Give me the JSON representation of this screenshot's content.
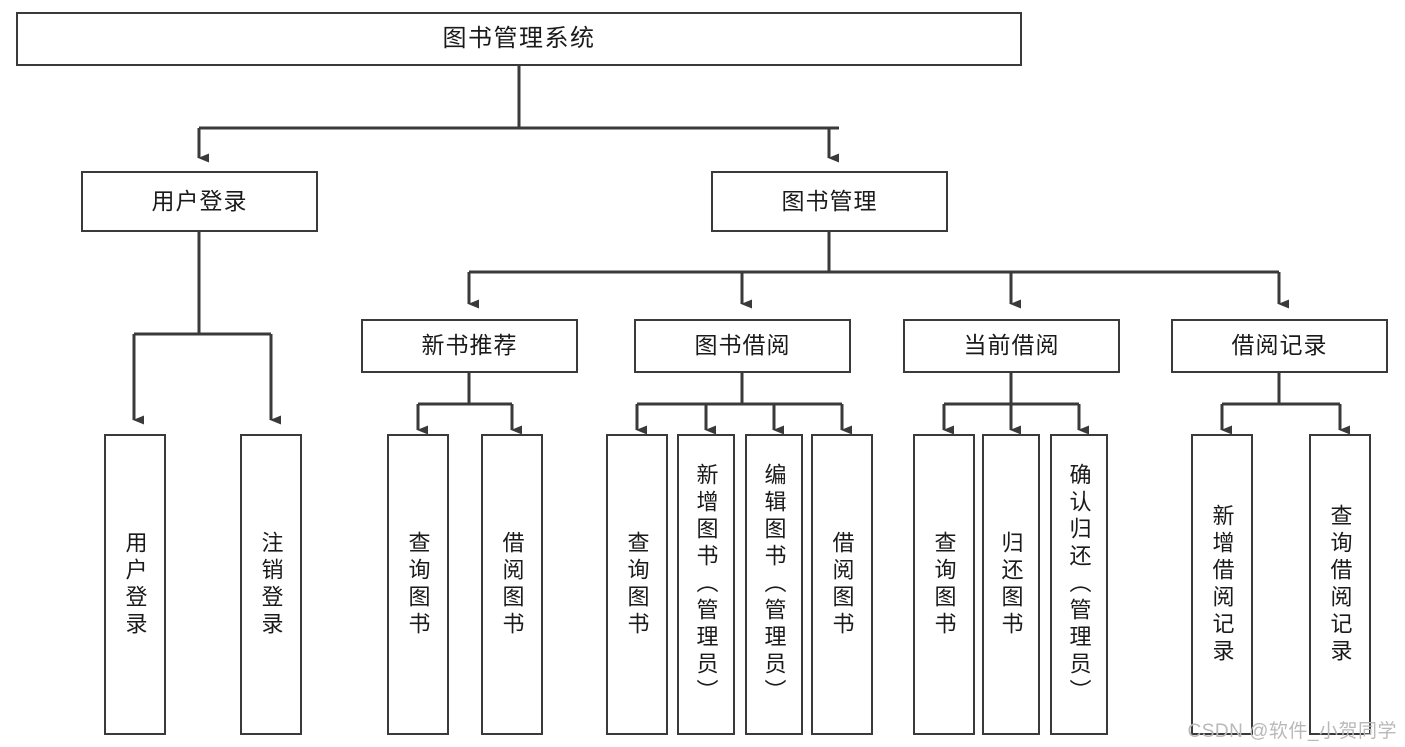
{
  "diagram": {
    "type": "hierarchy-tree",
    "orientation": "top-down",
    "root": {
      "label": "图书管理系统"
    },
    "level2": [
      {
        "label": "用户登录"
      },
      {
        "label": "图书管理"
      }
    ],
    "level3": [
      {
        "label": "新书推荐"
      },
      {
        "label": "图书借阅"
      },
      {
        "label": "当前借阅"
      },
      {
        "label": "借阅记录"
      }
    ],
    "leaves": {
      "user_login": [
        {
          "label": "用户登录"
        },
        {
          "label": "注销登录"
        }
      ],
      "new_book_recommend": [
        {
          "label": "查询图书"
        },
        {
          "label": "借阅图书"
        }
      ],
      "book_borrow": [
        {
          "label": "查询图书"
        },
        {
          "label": "新增图书（管理员）"
        },
        {
          "label": "编辑图书（管理员）"
        },
        {
          "label": "借阅图书"
        }
      ],
      "current_borrow": [
        {
          "label": "查询图书"
        },
        {
          "label": "归还图书"
        },
        {
          "label": "确认归还（管理员）"
        }
      ],
      "borrow_record": [
        {
          "label": "新增借阅记录"
        },
        {
          "label": "查询借阅记录"
        }
      ]
    }
  },
  "watermark": {
    "text": "CSDN @软件_小贺同学"
  },
  "colors": {
    "stroke": "#3a3a3a",
    "box_fill": "#ffffff",
    "text": "#1a1a1a",
    "watermark": "#b9b9b9"
  }
}
